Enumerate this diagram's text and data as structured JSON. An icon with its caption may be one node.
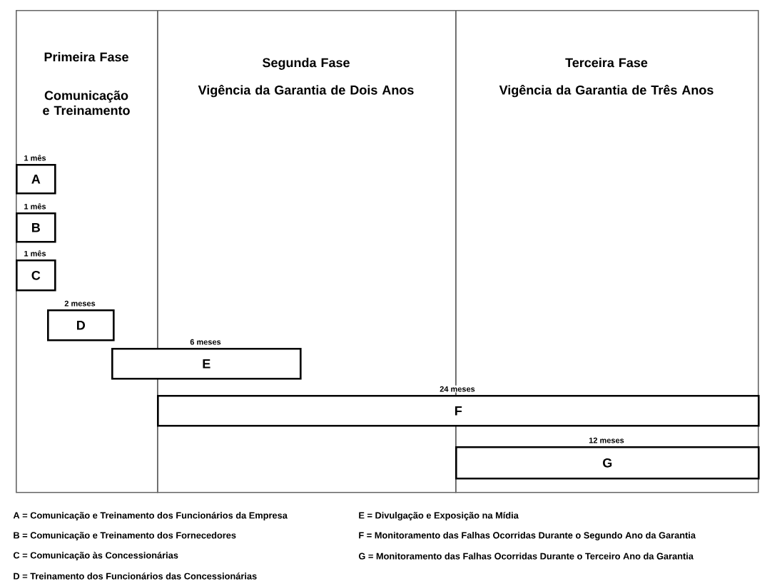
{
  "diagram": {
    "nodes": [
      {
        "text": [
          "Primeira Fase",
          "Comunicação e Treinamento"
        ]
      },
      {
        "text": [
          "Segunda Fase",
          "Vigência da Garantia de Dois Anos"
        ]
      },
      {
        "text": [
          "Terceira Fase",
          "Vigência da Garantia de Três Anos"
        ]
      },
      {
        "text": [
          "A"
        ],
        "beside": [
          "1 mês"
        ],
        "in": 0
      },
      {
        "text": [
          "B"
        ],
        "beside": [
          "1 mês"
        ],
        "in": 0
      },
      {
        "text": [
          "C"
        ],
        "beside": [
          "1 mês"
        ],
        "in": 0
      },
      {
        "text": [
          "D"
        ],
        "beside": [
          "2 meses"
        ],
        "in": 0
      },
      {
        "text": [
          "E"
        ],
        "beside": [
          "6 meses"
        ]
      },
      {
        "text": [
          "F"
        ],
        "beside": [
          "24 meses"
        ]
      },
      {
        "text": [
          "G"
        ],
        "beside": [
          "12 meses"
        ],
        "in": 2
      }
    ],
    "labels": [
      "A = Comunicação e Treinamento dos Funcionários da Empresa",
      "E = Divulgação e Exposição na Mídia",
      "B = Comunicação e Treinamento dos Fornecedores",
      "F = Monitoramento das Falhas Ocorridas Durante o Segundo Ano da Garantia",
      "C = Comunicação às Concessionárias",
      "G = Monitoramento das Falhas Ocorridas Durante o Terceiro Ano da Garantia",
      "D = Treinamento dos Funcionários das Concessionárias"
    ]
  }
}
